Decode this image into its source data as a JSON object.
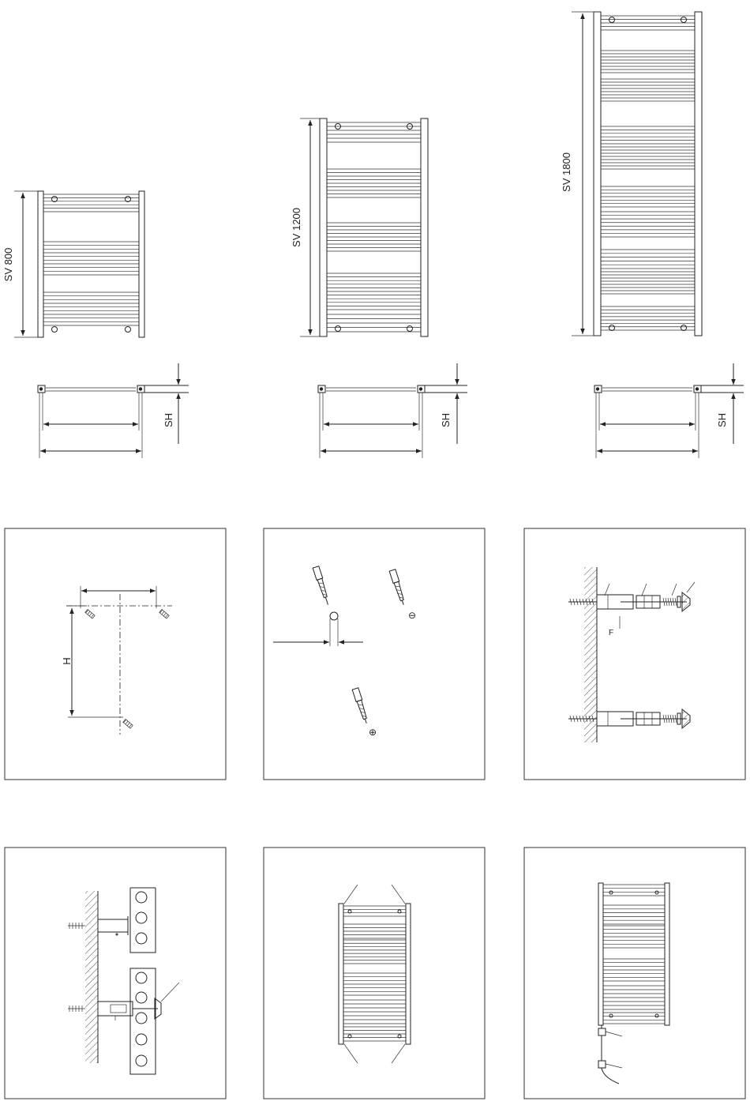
{
  "labels": {
    "sv800": "SV 800",
    "sv1200": "SV 1200",
    "sv1800": "SV 1800",
    "sh": "SH",
    "h": "H",
    "f": "F"
  },
  "symbols": {
    "minus": "⊖",
    "plus": "⊕"
  }
}
